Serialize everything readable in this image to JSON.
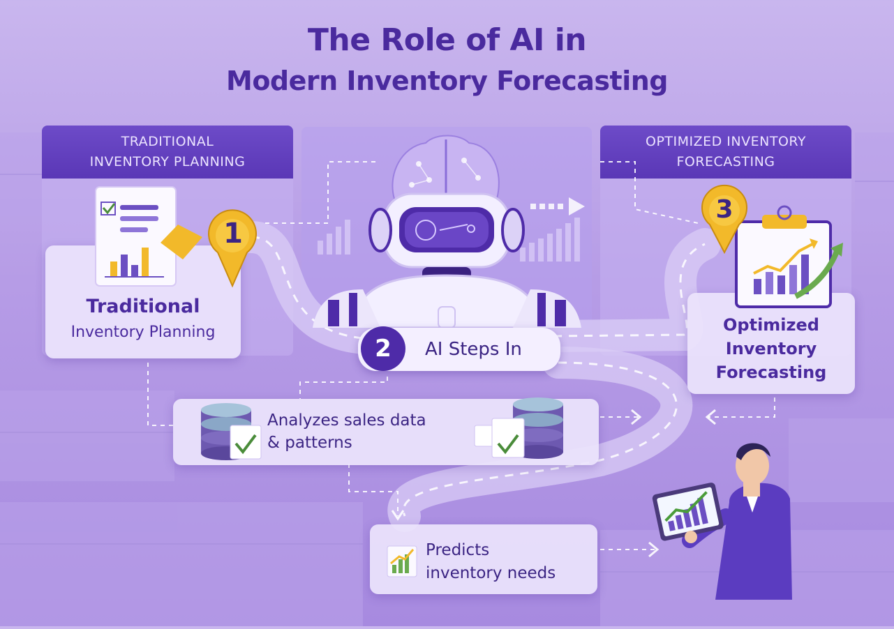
{
  "title": {
    "line1": "The Role of AI in",
    "line2": "Modern Inventory Forecasting"
  },
  "panels": {
    "left_header": "TRADITIONAL\nINVENTORY PLANNING",
    "right_header": "OPTIMIZED INVENTORY\nFORECASTING"
  },
  "steps": [
    {
      "number": "1",
      "label_line1": "Traditional",
      "label_line2": "Inventory Planning",
      "icon": "report-document-icon"
    },
    {
      "number": "2",
      "label": "AI Steps In",
      "icon": "ai-robot-icon"
    },
    {
      "number": "3",
      "label_line1": "Optimized",
      "label_line2": "Inventory",
      "label_line3": "Forecasting",
      "icon": "growth-clipboard-icon"
    }
  ],
  "process": {
    "analyze_line1": "Analyzes sales data",
    "analyze_line2": "& patterns",
    "predict_line1": "Predicts",
    "predict_line2": "inventory needs"
  },
  "colors": {
    "accent": "#4e2ba8",
    "title": "#4a2a9e",
    "marker": "#f2b92a",
    "check": "#4a8c3a"
  }
}
